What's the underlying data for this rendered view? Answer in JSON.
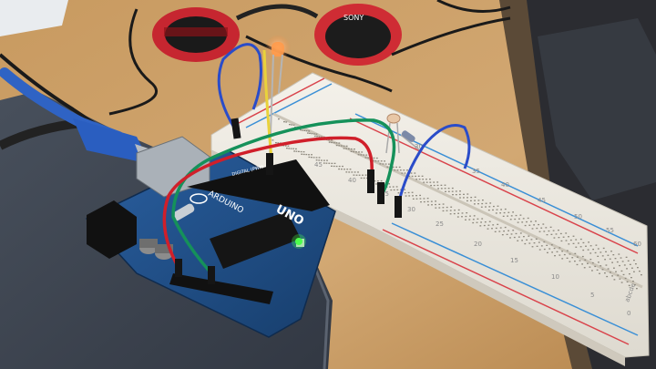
{
  "scene": {
    "board_name": "UNO",
    "board_brand": "ARDUINO",
    "board_pin_label": "DIGITAL (PWM~)",
    "headphone_brand": "SONY",
    "breadboard_numbers_top": [
      "45",
      "40",
      "35",
      "30",
      "25"
    ],
    "breadboard_numbers_right": [
      "30",
      "35",
      "40",
      "45",
      "50",
      "55",
      "60"
    ],
    "breadboard_numbers_bottom": [
      "25",
      "20",
      "15",
      "10",
      "5",
      "0"
    ],
    "breadboard_letters": "abcde"
  },
  "colors": {
    "desk": "#c99a5e",
    "desk_shadow": "#9d7443",
    "mat": "#3d4450",
    "board": "#1f4e86",
    "breadboard": "#eeeae2",
    "rail_red": "#d9434b",
    "rail_blue": "#3a8fd6",
    "wire_red": "#d01f2a",
    "wire_green": "#15915a",
    "wire_blue": "#2a4cc9",
    "wire_black": "#111111",
    "usb_blue": "#2f63c4",
    "headphone_red": "#d0323a",
    "led": "#ff8a3a",
    "power_led": "#4cff4c"
  }
}
